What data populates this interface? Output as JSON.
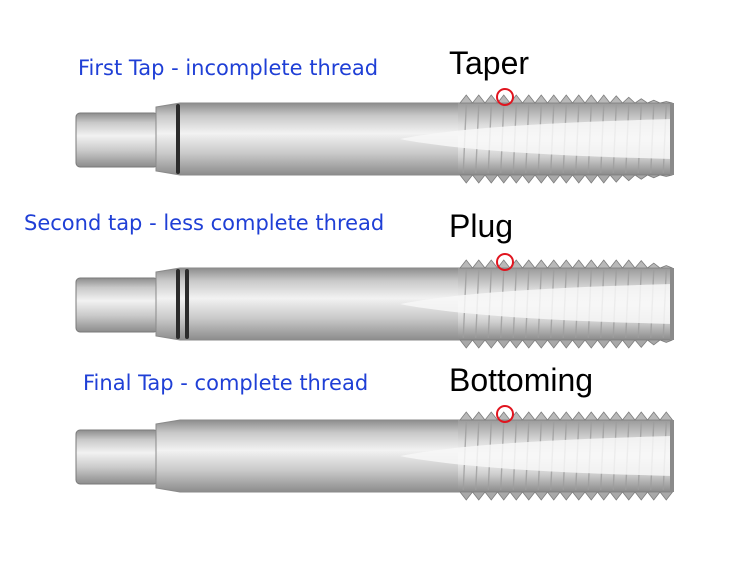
{
  "taps": [
    {
      "caption": "First Tap - incomplete thread",
      "type": "Taper",
      "groove_count": 1,
      "marker_color": "#e0141e"
    },
    {
      "caption": "Second tap - less complete thread",
      "type": "Plug",
      "groove_count": 2,
      "marker_color": "#e0141e"
    },
    {
      "caption": "Final Tap - complete thread",
      "type": "Bottoming",
      "groove_count": 0,
      "marker_color": "#e0141e"
    }
  ],
  "colors": {
    "caption": "#1f3fd6",
    "label": "#000000",
    "steel_light": "#f2f2f2",
    "steel_mid": "#c9c9c9",
    "steel_dark": "#8c8c8c",
    "groove": "#2b2b2b"
  }
}
